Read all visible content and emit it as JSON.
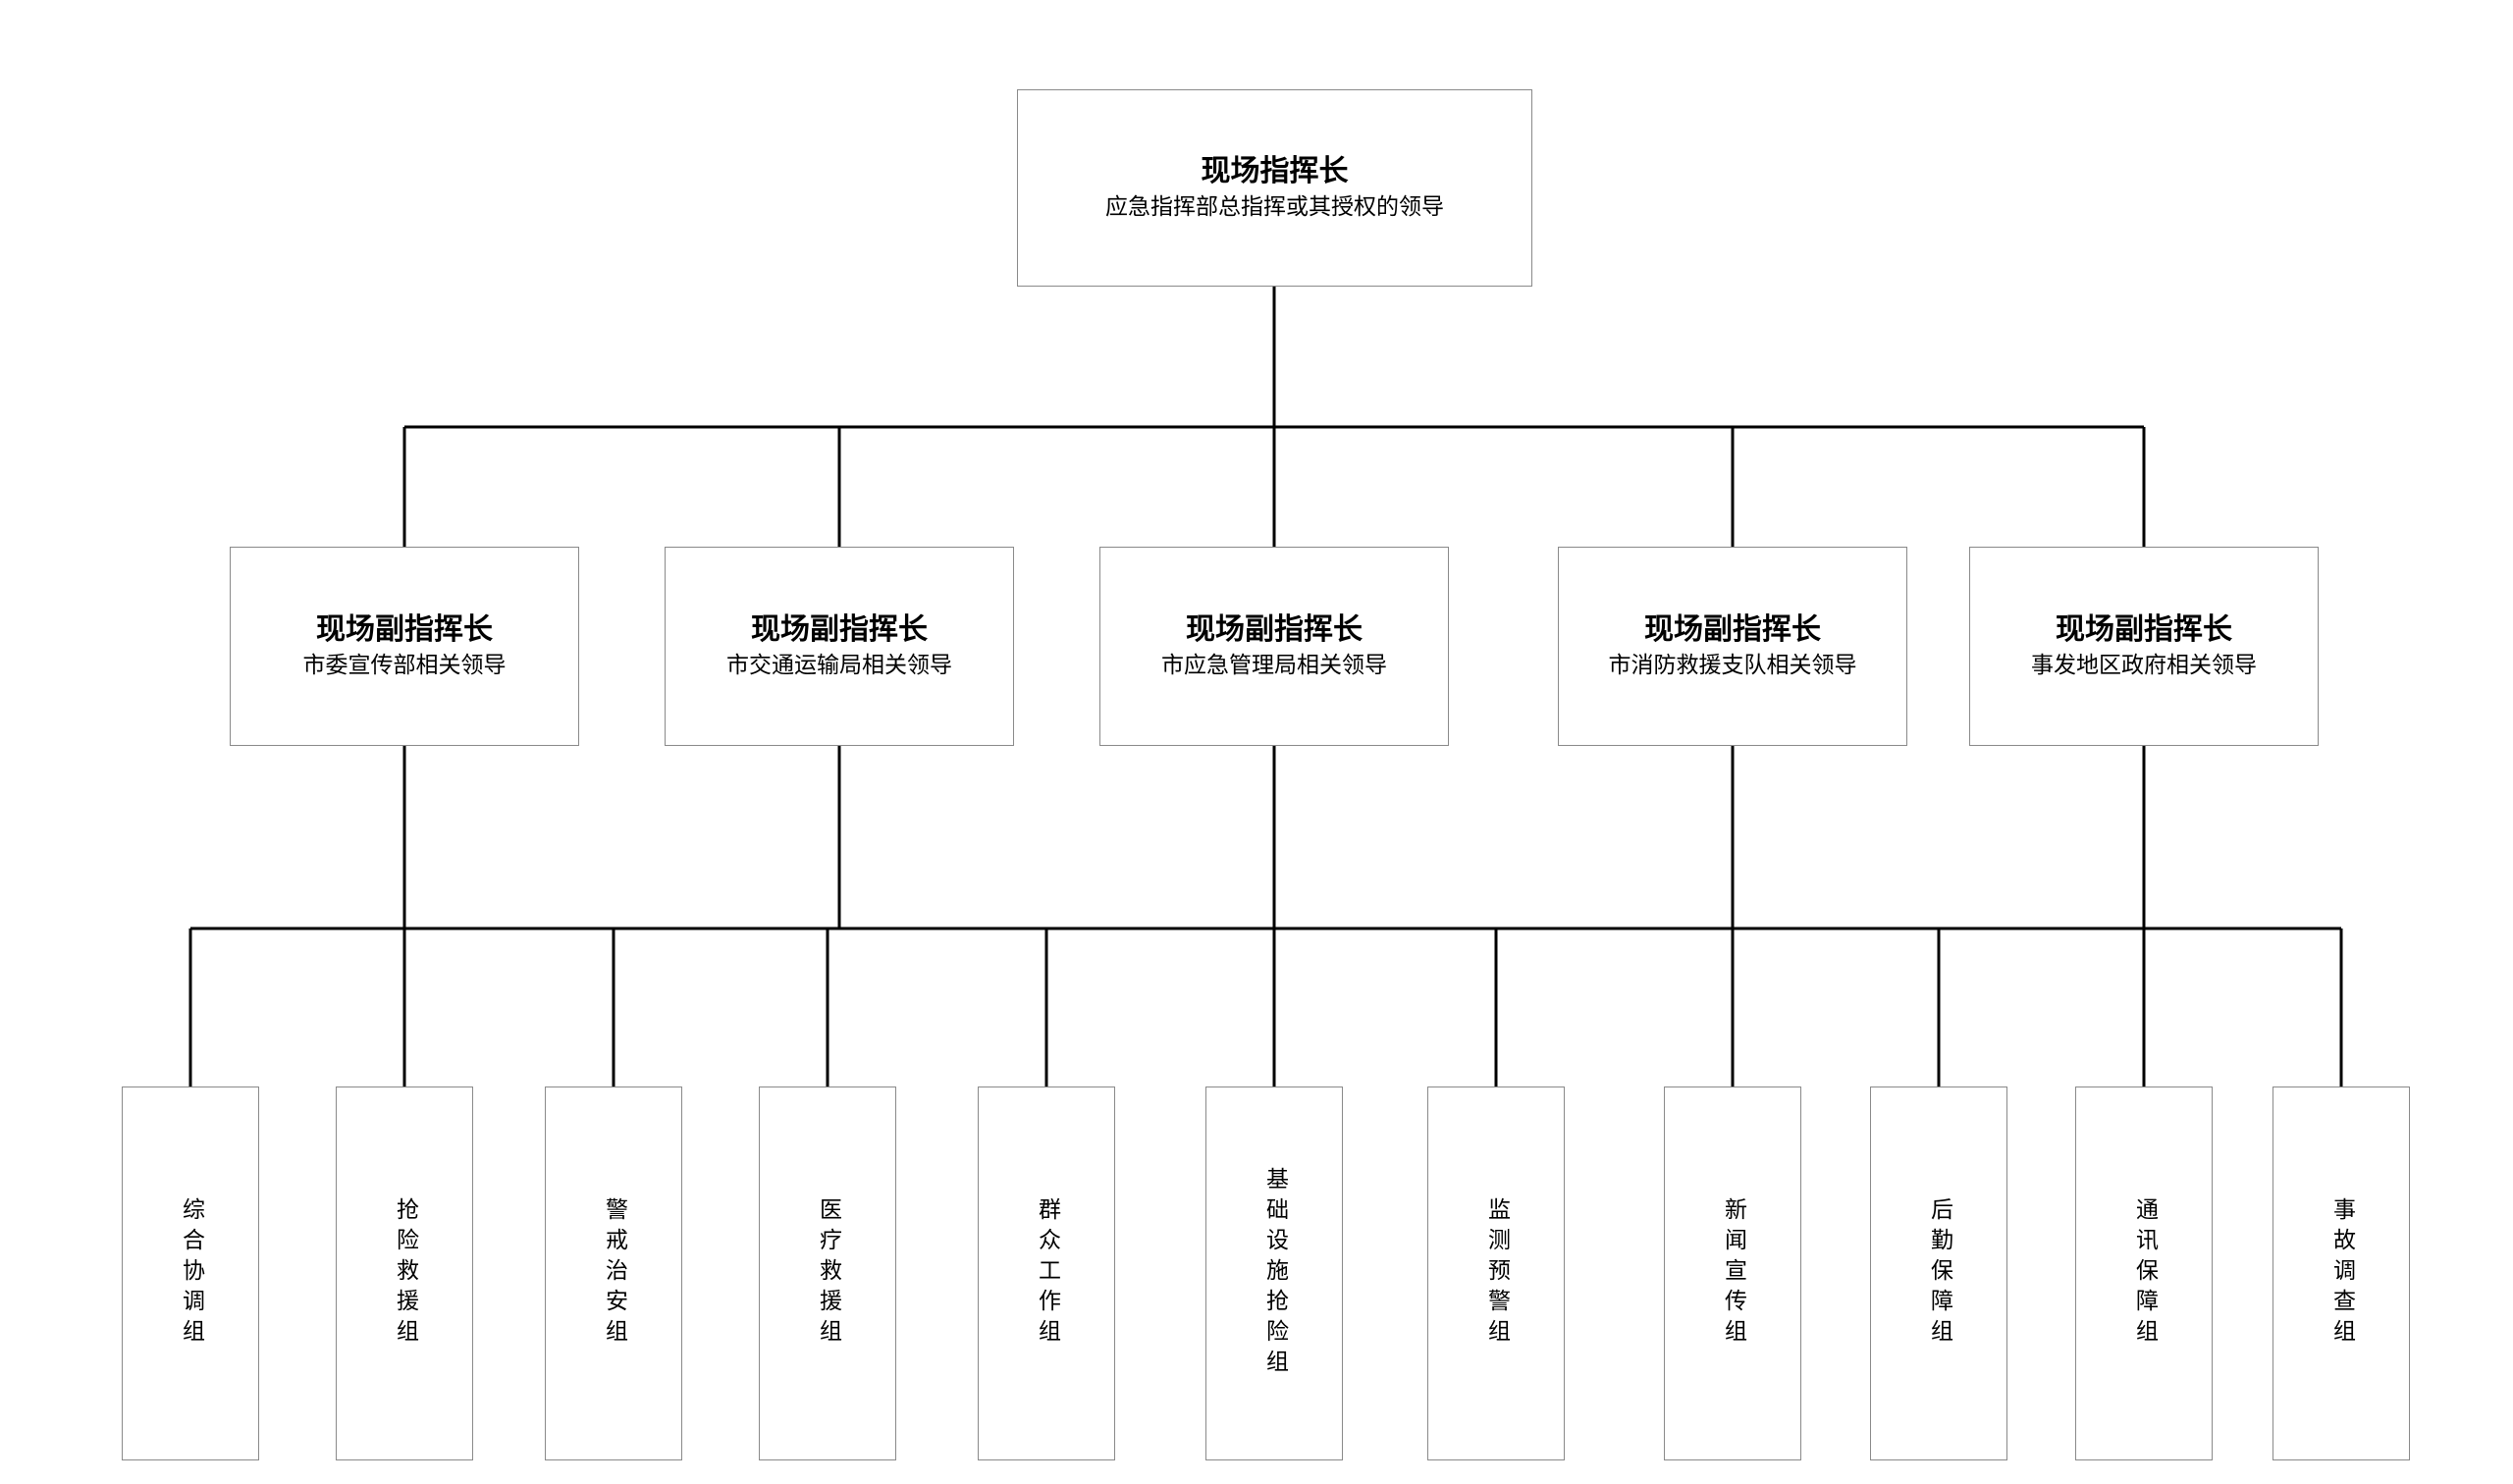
{
  "root": {
    "title": "现场指挥长",
    "subtitle": "应急指挥部总指挥或其授权的领导"
  },
  "deputies": [
    {
      "title": "现场副指挥长",
      "subtitle": "市委宣传部相关领导"
    },
    {
      "title": "现场副指挥长",
      "subtitle": "市交通运输局相关领导"
    },
    {
      "title": "现场副指挥长",
      "subtitle": "市应急管理局相关领导"
    },
    {
      "title": "现场副指挥长",
      "subtitle": "市消防救援支队相关领导"
    },
    {
      "title": "现场副指挥长",
      "subtitle": "事发地区政府相关领导"
    }
  ],
  "groups": [
    {
      "label": "综合协调组"
    },
    {
      "label": "抢险救援组"
    },
    {
      "label": "警戒治安组"
    },
    {
      "label": "医疗救援组"
    },
    {
      "label": "群众工作组"
    },
    {
      "label": "基础设施抢险组"
    },
    {
      "label": "监测预警组"
    },
    {
      "label": "新闻宣传组"
    },
    {
      "label": "后勤保障组"
    },
    {
      "label": "通讯保障组"
    },
    {
      "label": "事故调查组"
    }
  ],
  "colors": {
    "line": "#000000",
    "box_border": "#8a8a8a",
    "background": "#ffffff"
  }
}
